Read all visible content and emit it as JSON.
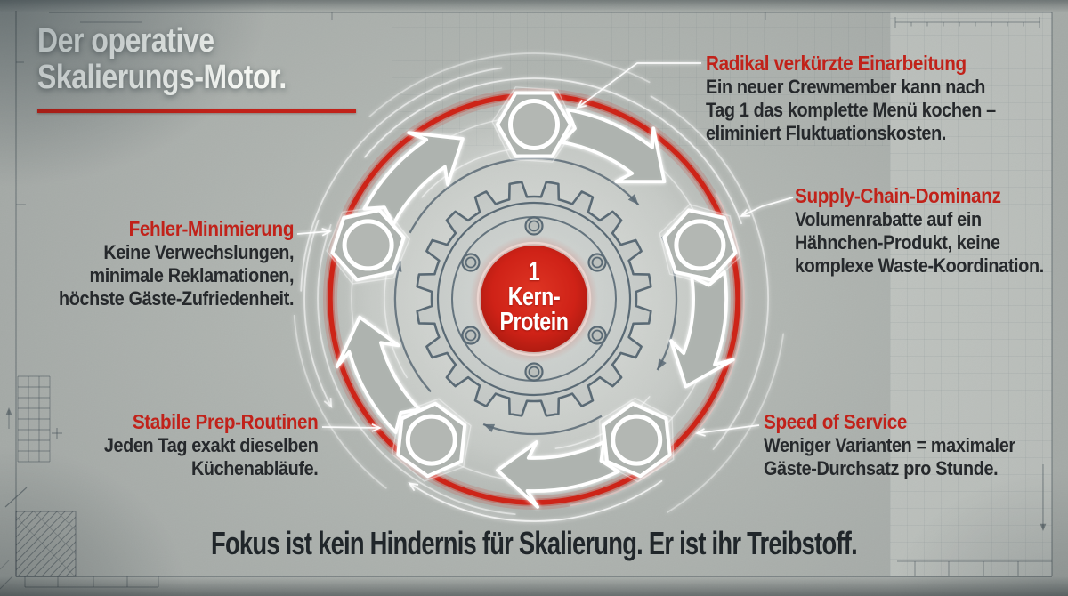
{
  "title": {
    "line1": "Der operative",
    "line2": "Skalierungs-Motor."
  },
  "hub": {
    "number": "1",
    "line1": "Kern-",
    "line2": "Protein"
  },
  "callouts": {
    "einarbeitung": {
      "heading": "Radikal verkürzte Einarbeitung",
      "lines": [
        "Ein neuer Crewmember kann nach",
        "Tag 1 das komplette Menü kochen –",
        "eliminiert Fluktuationskosten."
      ]
    },
    "supply": {
      "heading": "Supply-Chain-Dominanz",
      "lines": [
        "Volumenrabatte auf ein",
        "Hähnchen-Produkt, keine",
        "komplexe Waste-Koordination."
      ]
    },
    "fehler": {
      "heading": "Fehler-Minimierung",
      "lines": [
        "Keine Verwechslungen,",
        "minimale Reklamationen,",
        "höchste Gäste-Zufriedenheit."
      ]
    },
    "prep": {
      "heading": "Stabile Prep-Routinen",
      "lines": [
        "Jeden Tag exakt dieselben",
        "Küchenabläufe."
      ]
    },
    "speed": {
      "heading": "Speed of Service",
      "lines": [
        "Weniger Varianten = maximaler",
        "Gäste-Durchsatz pro Stunde."
      ]
    }
  },
  "tagline": "Fokus ist kein Hindernis für Skalierung. Er ist ihr Treibstoff.",
  "colors": {
    "accent_red": "#c1221a",
    "ring_red": "#cd2418",
    "hub_red": "#cf2217",
    "text_dark": "#26292c",
    "title_white": "#f4f6f2",
    "gear_stroke": "#5a6a75",
    "blueprint_ink": "#3e4a52",
    "background": "#aeb3af"
  }
}
